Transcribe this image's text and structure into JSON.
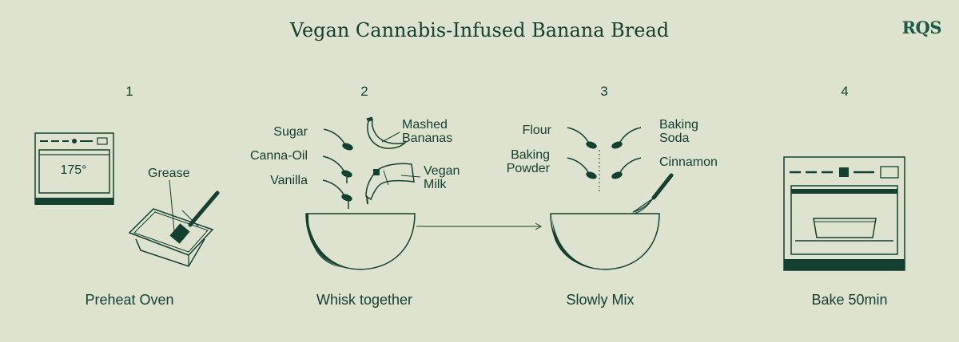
{
  "title": "Vegan Cannabis-Infused Banana Bread",
  "logo": "RQS",
  "colors": {
    "background": "#dde3cf",
    "ink": "#14402f",
    "brand": "#1e5a44"
  },
  "steps": [
    {
      "number": "1",
      "caption": "Preheat Oven",
      "oven_temp": "175°",
      "labels": {
        "grease": "Grease"
      }
    },
    {
      "number": "2",
      "caption": "Whisk together",
      "labels": {
        "sugar": "Sugar",
        "canna_oil": "Canna-Oil",
        "vanilla": "Vanilla",
        "mashed_bananas_1": "Mashed",
        "mashed_bananas_2": "Bananas",
        "vegan_milk_1": "Vegan",
        "vegan_milk_2": "Milk"
      }
    },
    {
      "number": "3",
      "caption": "Slowly Mix",
      "labels": {
        "flour": "Flour",
        "baking_powder_1": "Baking",
        "baking_powder_2": "Powder",
        "baking_soda_1": "Baking",
        "baking_soda_2": "Soda",
        "cinnamon": "Cinnamon"
      }
    },
    {
      "number": "4",
      "caption": "Bake 50min"
    }
  ]
}
